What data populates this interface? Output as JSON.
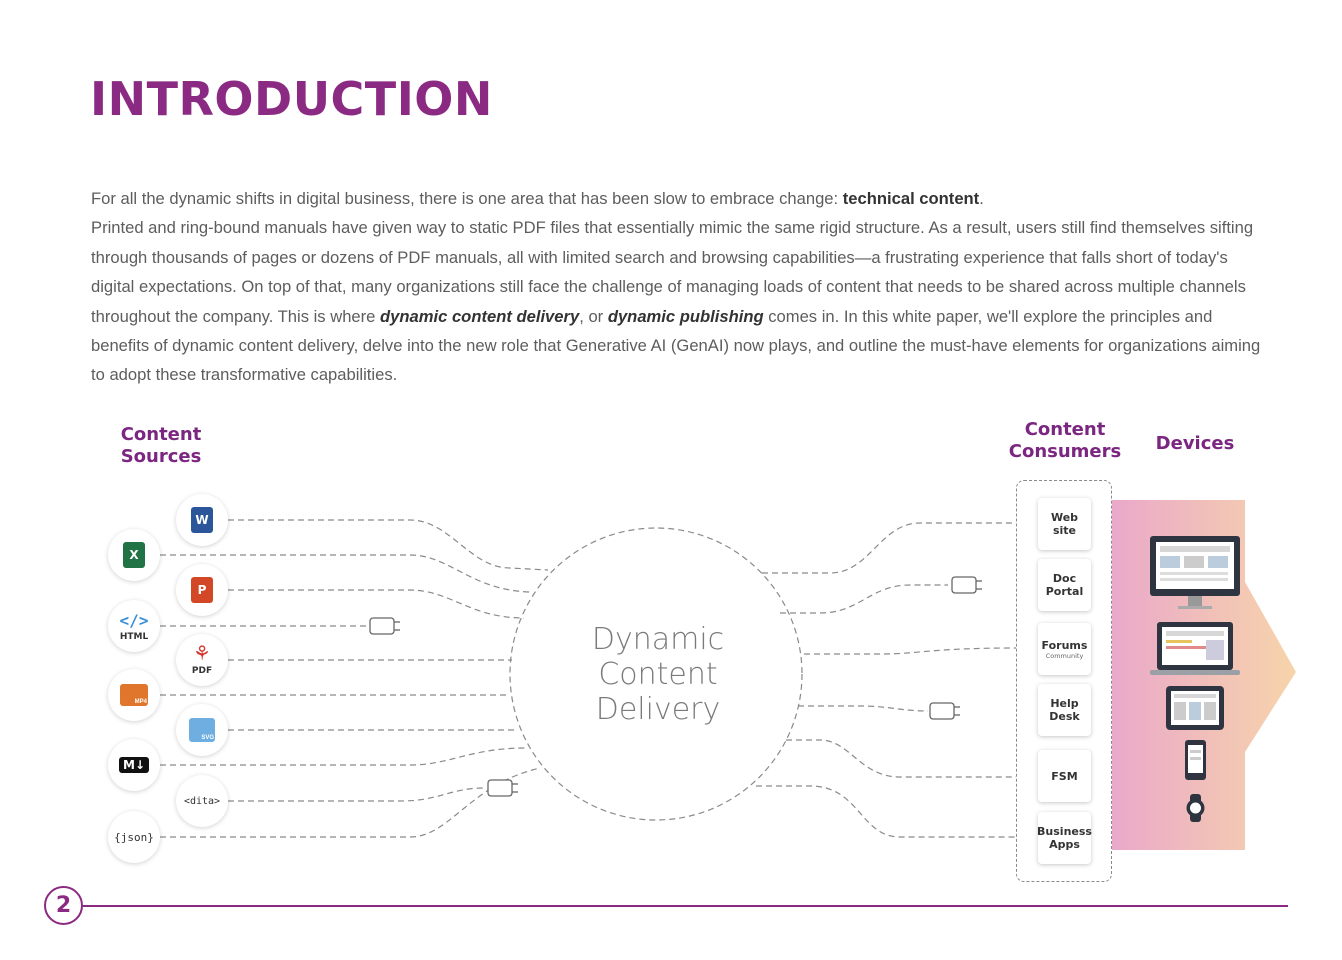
{
  "page": {
    "title": "INTRODUCTION",
    "page_number": "2",
    "brand_color": "#8b2a82"
  },
  "intro": {
    "p1_text": "For all the dynamic shifts in digital business, there is one area that has been slow to embrace change: ",
    "p1_bold": "technical content",
    "p1_end": ".",
    "p2_text": "Printed and ring-bound manuals have given way to static PDF files that essentially mimic the same rigid structure. As a result, users still find themselves sifting through thousands of pages or dozens of PDF manuals, all with limited search and browsing capabilities—a frustrating experience that falls short of today's digital expectations. On top of that, many organizations still face the challenge of managing loads of content that needs to be shared across multiple channels throughout the company. This is where ",
    "p2_em1": "dynamic content delivery",
    "p2_mid": ", or ",
    "p2_em2": "dynamic publishing",
    "p2_end": " comes in. In this white paper, we'll explore the principles and benefits of dynamic content delivery, delve into the new role that Generative AI (GenAI) now plays, and outline the must-have elements for organizations aiming to adopt these transformative capabilities."
  },
  "diagram": {
    "sources_header": "Content\nSources",
    "consumers_header": "Content\nConsumers",
    "devices_header": "Devices",
    "center_label": "Dynamic\nContent\nDelivery",
    "sources": [
      {
        "name": "word-icon",
        "label": "W"
      },
      {
        "name": "excel-icon",
        "label": "X"
      },
      {
        "name": "powerpoint-icon",
        "label": "P"
      },
      {
        "name": "html-icon",
        "label": "HTML"
      },
      {
        "name": "pdf-icon",
        "label": "PDF"
      },
      {
        "name": "mp4-icon",
        "label": "MP4"
      },
      {
        "name": "svg-icon",
        "label": "SVG"
      },
      {
        "name": "markdown-icon",
        "label": "M↓"
      },
      {
        "name": "dita-icon",
        "label": "<dita>"
      },
      {
        "name": "json-icon",
        "label": "{json}"
      }
    ],
    "consumers": [
      {
        "label": "Web\nsite"
      },
      {
        "label": "Doc\nPortal"
      },
      {
        "label": "Forums",
        "sub": "Community"
      },
      {
        "label": "Help\nDesk"
      },
      {
        "label": "FSM"
      },
      {
        "label": "Business\nApps"
      }
    ]
  }
}
